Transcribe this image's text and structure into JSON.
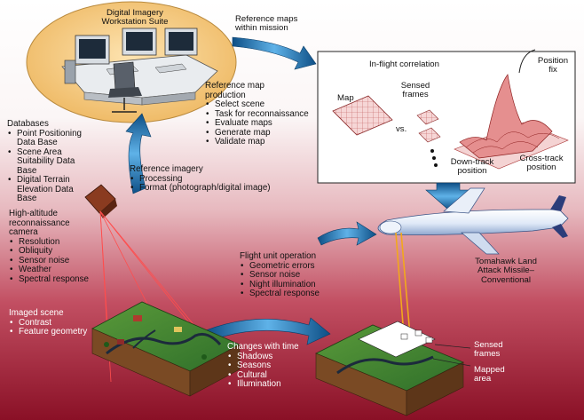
{
  "colors": {
    "accent_blue": "#1c6fae",
    "sky_top": "#ffffff",
    "sky_bottom": "#8a1026",
    "workstation_ellipse": "#f1c27a",
    "correlation_peak": "#c0392b",
    "sensor_ray": "#e64040",
    "missile_ray": "#f2a81c"
  },
  "workstation": {
    "title_line1": "Digital Imagery",
    "title_line2": "Workstation Suite"
  },
  "flow": {
    "reference_maps": [
      "Reference maps",
      "within mission"
    ]
  },
  "correlation": {
    "title": "In-flight correlation",
    "map_label": "Map",
    "sensed_label": [
      "Sensed",
      "frames"
    ],
    "vs_label": "vs.",
    "position_fix": [
      "Position",
      "fix"
    ],
    "downtrack": [
      "Down-track",
      "position"
    ],
    "crosstrack": [
      "Cross-track",
      "position"
    ]
  },
  "production": {
    "heading": [
      "Reference map",
      "production"
    ],
    "items": [
      "Select scene",
      "Task for reconnaissance",
      "Evaluate maps",
      "Generate map",
      "Validate map"
    ]
  },
  "databases": {
    "heading": "Databases",
    "items": [
      [
        "Point Positioning",
        "Data Base"
      ],
      [
        "Scene Area",
        "Suitability Data",
        "Base"
      ],
      [
        "Digital Terrain",
        "Elevation Data",
        "Base"
      ]
    ]
  },
  "reference_imagery": {
    "heading": "Reference imagery",
    "items": [
      "Processing",
      "Format (photograph/digital image)"
    ]
  },
  "camera": {
    "heading": [
      "High-altitude",
      "reconnaissance",
      "camera"
    ],
    "items": [
      "Resolution",
      "Obliquity",
      "Sensor noise",
      "Weather",
      "Spectral response"
    ]
  },
  "flight_unit": {
    "heading": "Flight unit operation",
    "items": [
      "Geometric errors",
      "Sensor noise",
      "Night illumination",
      "Spectral response"
    ]
  },
  "missile": {
    "label": [
      "Tomahawk Land",
      "Attack Missile–",
      "Conventional"
    ]
  },
  "imaged_scene": {
    "heading": "Imaged scene",
    "items": [
      "Contrast",
      "Feature geometry"
    ]
  },
  "changes": {
    "heading": "Changes with time",
    "items": [
      "Shadows",
      "Seasons",
      "Cultural",
      "Illumination"
    ]
  },
  "callouts": {
    "sensed_frames": [
      "Sensed",
      "frames"
    ],
    "mapped_area": [
      "Mapped",
      "area"
    ]
  }
}
